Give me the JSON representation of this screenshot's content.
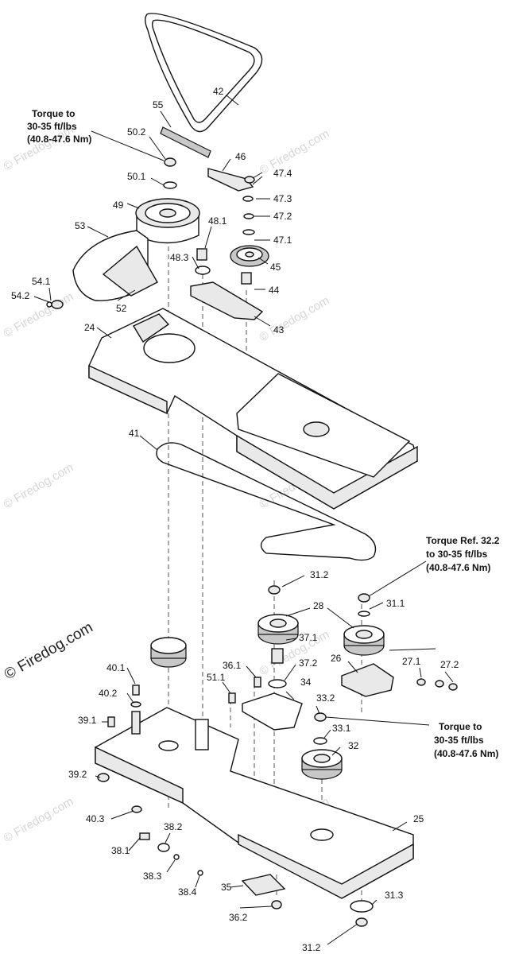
{
  "watermark": {
    "text": "© Firedog.com",
    "strong_text": "© Firedog.com"
  },
  "notes": {
    "torque_top": [
      "Torque to",
      "30-35 ft/lbs",
      "(40.8-47.6 Nm)"
    ],
    "torque_ref": [
      "Torque Ref. 32.2",
      "to 30-35 ft/lbs",
      "(40.8-47.6 Nm)"
    ],
    "torque_bottom": [
      "Torque to",
      "30-35 ft/lbs",
      "(40.8-47.6 Nm)"
    ]
  },
  "callouts": {
    "p42": "42",
    "p55": "55",
    "p50_2": "50.2",
    "p46": "46",
    "p47_4": "47.4",
    "p50_1": "50.1",
    "p47_3": "47.3",
    "p49": "49",
    "p47_2": "47.2",
    "p48_1": "48.1",
    "p53": "53",
    "p47_1": "47.1",
    "p48_3": "48.3",
    "p45": "45",
    "p54_1": "54.1",
    "p54_2": "54.2",
    "p44": "44",
    "p52": "52",
    "p24": "24",
    "p43": "43",
    "p41": "41",
    "p31_2a": "31.2",
    "p31_1": "31.1",
    "p28": "28",
    "p37_1": "37.1",
    "p40_1": "40.1",
    "p36_1": "36.1",
    "p37_2": "37.2",
    "p26": "26",
    "p27_1": "27.1",
    "p27_2": "27.2",
    "p51_1": "51.1",
    "p34": "34",
    "p40_2": "40.2",
    "p33_2": "33.2",
    "p39_1": "39.1",
    "p33_1": "33.1",
    "p32": "32",
    "p39_2": "39.2",
    "p40_3": "40.3",
    "p25": "25",
    "p38_2": "38.2",
    "p38_1": "38.1",
    "p38_3": "38.3",
    "p38_4": "38.4",
    "p35": "35",
    "p31_3": "31.3",
    "p36_2": "36.2",
    "p31_2b": "31.2"
  }
}
